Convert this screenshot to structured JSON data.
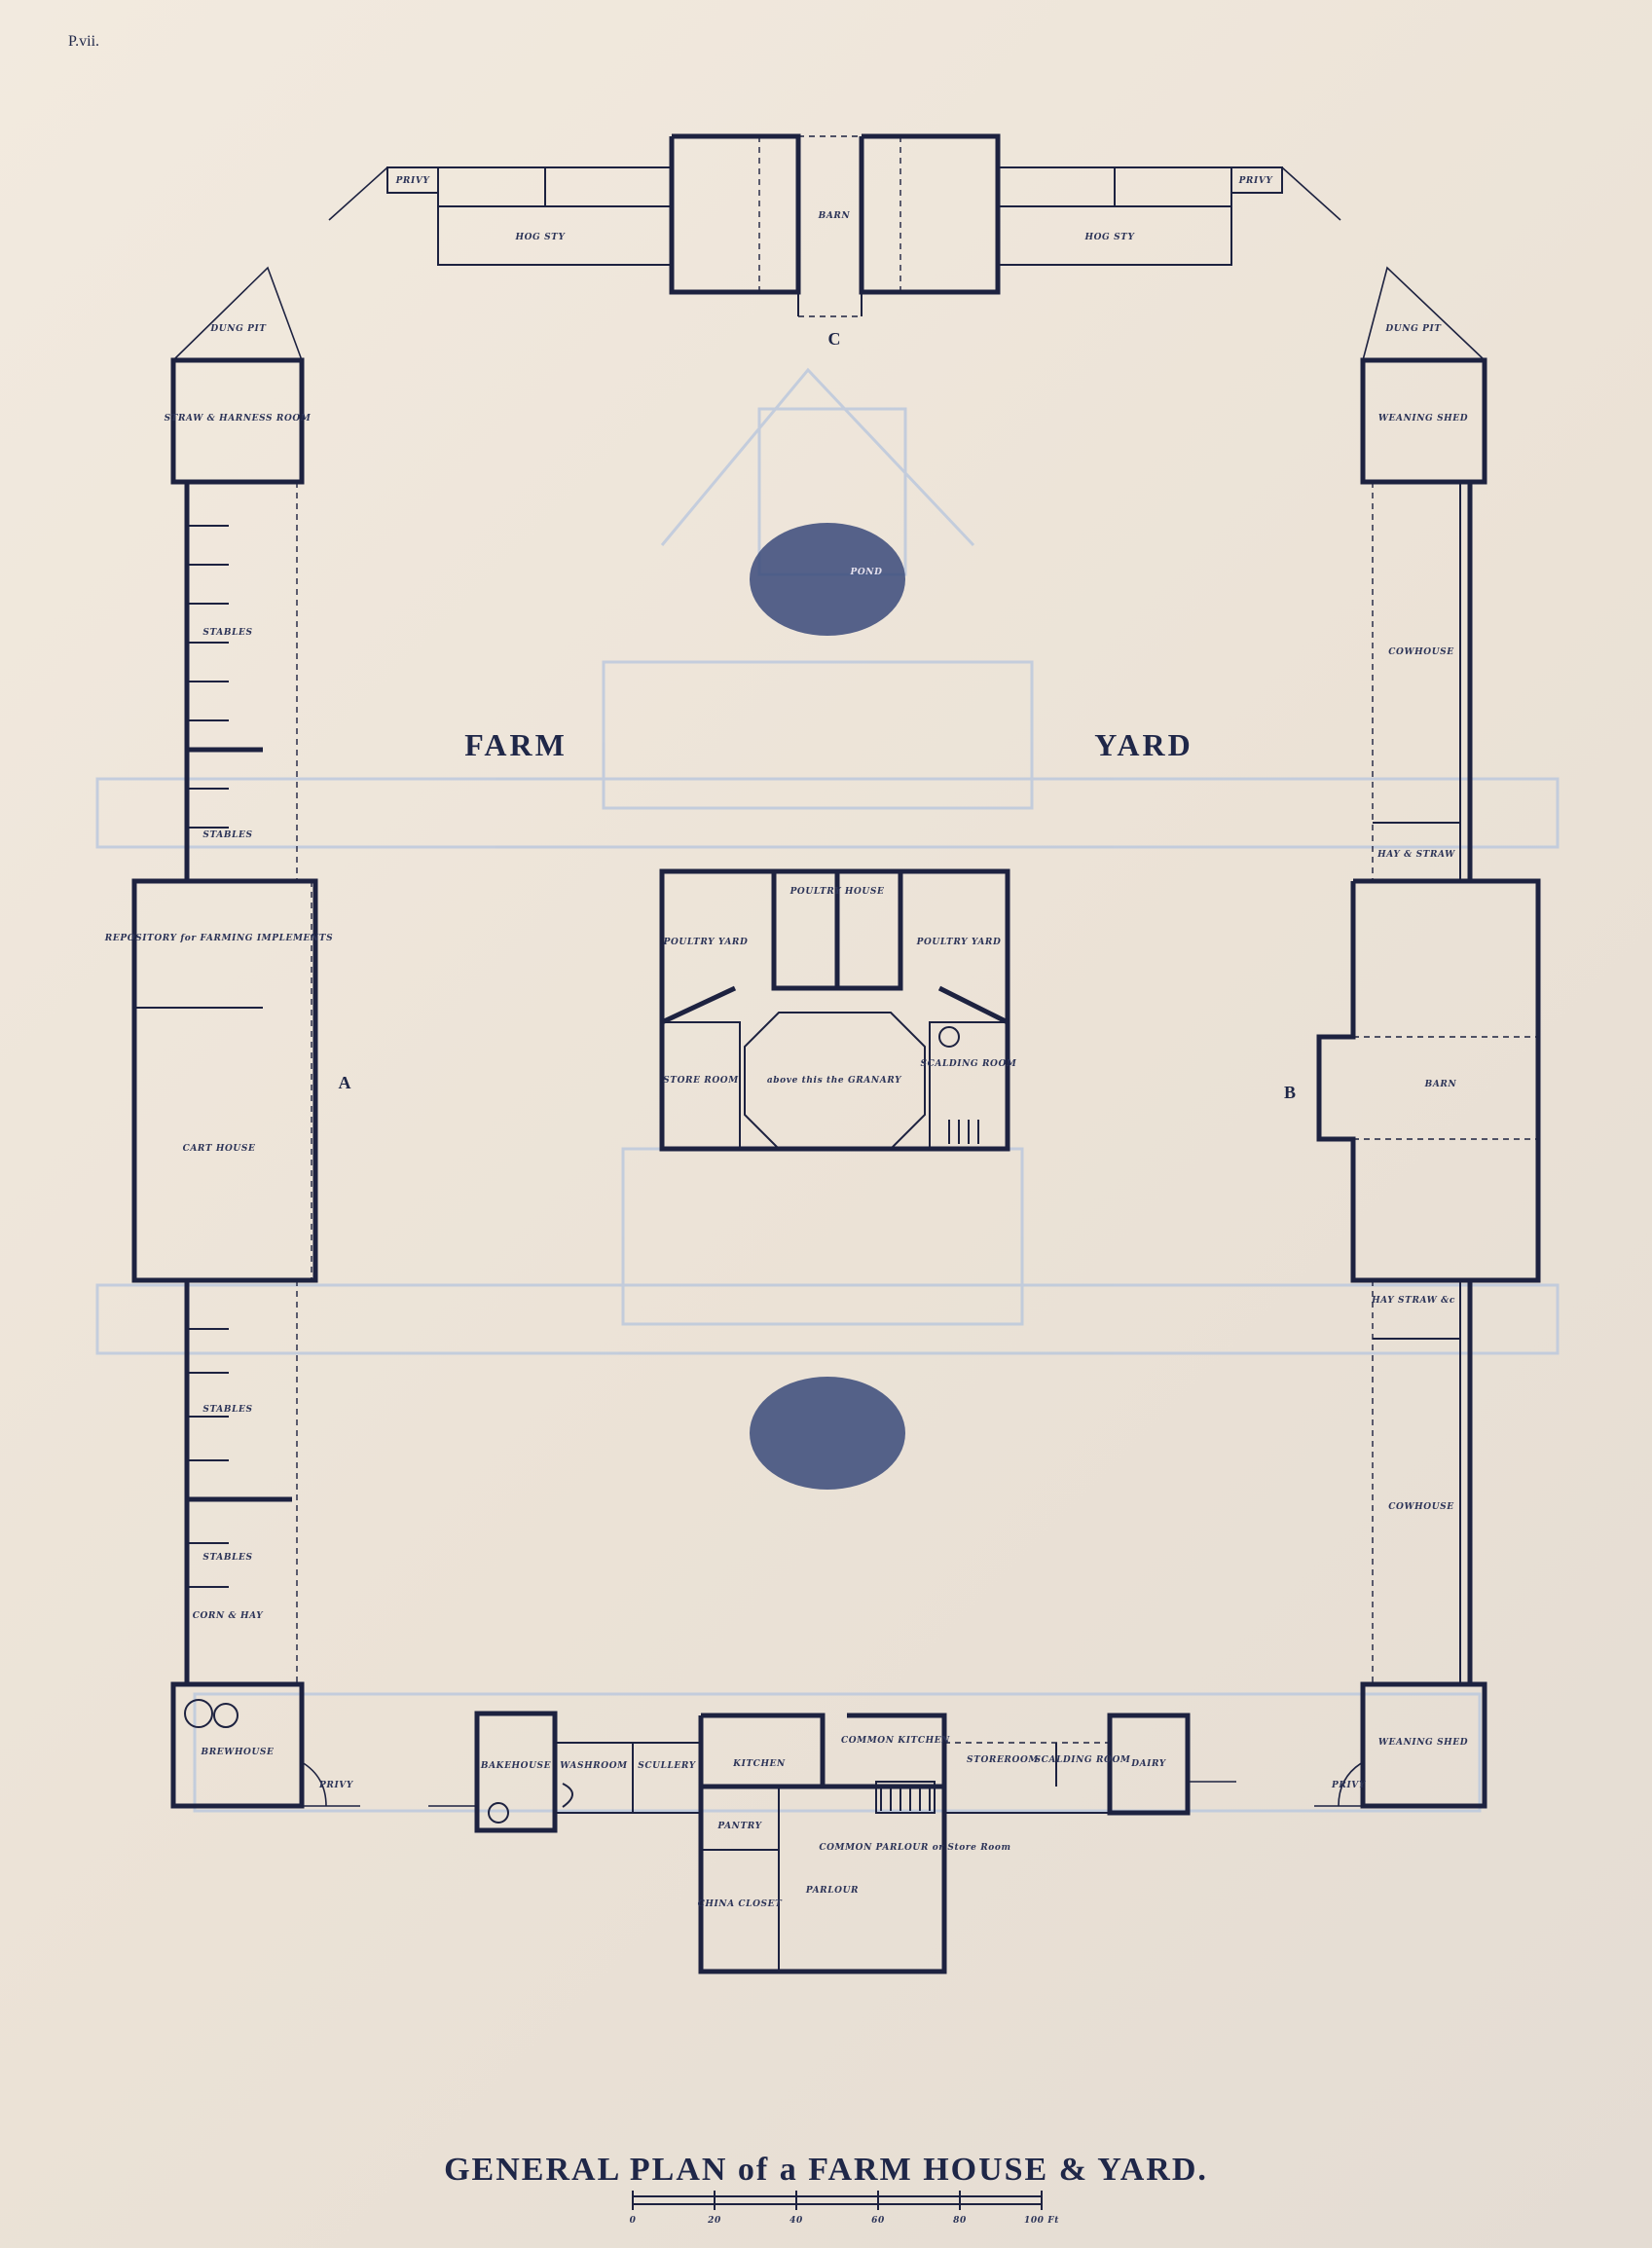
{
  "plate_number": "P.vii.",
  "title": "GENERAL PLAN of a FARM HOUSE & YARD.",
  "yard_words": {
    "left": "FARM",
    "right": "YARD"
  },
  "section_letters": {
    "a": "A",
    "b": "B",
    "c": "C"
  },
  "labels": {
    "privy": "PRIVY",
    "hog_sty": "HOG STY",
    "barn": "BARN",
    "dung_pit": "DUNG PIT",
    "straw_harness": "STRAW & HARNESS ROOM",
    "stables": "STABLES",
    "repository": "REPOSITORY for FARMING IMPLEMENTS",
    "cart_house": "CART HOUSE",
    "corn_hay": "CORN & HAY",
    "brewhouse": "BREWHOUSE",
    "weaning_shed": "WEANING SHED",
    "cowhouse": "COWHOUSE",
    "hay_straw": "HAY & STRAW",
    "hay_straw_ac": "HAY STRAW &c",
    "pond": "POND",
    "poultry_yard": "POULTRY YARD",
    "poultry_house": "POULTRY HOUSE",
    "store_room": "STORE ROOM",
    "granary": "above this the GRANARY",
    "scalding_room": "SCALDING ROOM",
    "bakehouse": "BAKEHOUSE",
    "washroom": "WASHROOM",
    "scullery": "SCULLERY",
    "kitchen": "KITCHEN",
    "common_kitchen": "COMMON KITCHEN",
    "storeroom": "STOREROOM",
    "dairy": "DAIRY",
    "pantry": "PANTRY",
    "china_closet": "CHINA CLOSET",
    "parlour": "PARLOUR",
    "common_parlour": "COMMON PARLOUR or Store Room"
  },
  "scale": {
    "ticks": [
      "0",
      "20",
      "40",
      "60",
      "80",
      "100 Ft"
    ]
  },
  "colors": {
    "ink": "#1d2240",
    "paper": "#efe7dc",
    "ghost": "#b9c7dd",
    "pond": "#3a4a7a"
  }
}
